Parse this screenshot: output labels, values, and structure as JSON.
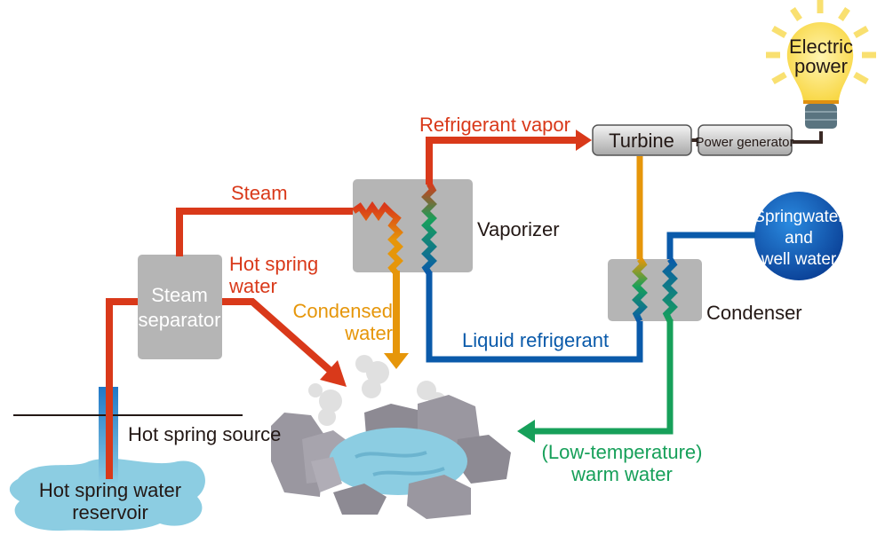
{
  "labels": {
    "reservoir_line1": "Hot spring water",
    "reservoir_line2": "reservoir",
    "source": "Hot spring source",
    "separator_line1": "Steam",
    "separator_line2": "separator",
    "steam": "Steam",
    "hot_spring_water_line1": "Hot spring",
    "hot_spring_water_line2": "water",
    "condensed_line1": "Condensed",
    "condensed_line2": "water",
    "vaporizer": "Vaporizer",
    "refrigerant_vapor": "Refrigerant vapor",
    "liquid_refrigerant": "Liquid refrigerant",
    "turbine": "Turbine",
    "power_generator": "Power generator",
    "electric_line1": "Electric",
    "electric_line2": "power",
    "springwater_line1": "Springwater",
    "springwater_line2": "and",
    "springwater_line3": "well water",
    "condenser": "Condenser",
    "warm_line1": "(Low-temperature)",
    "warm_line2": "warm water"
  },
  "colors": {
    "hot": "#d9391a",
    "condensed": "#e6960a",
    "cold": "#0a5aaa",
    "warm": "#17a05a",
    "box": "#b5b5b5",
    "water": "#8ccde2"
  }
}
